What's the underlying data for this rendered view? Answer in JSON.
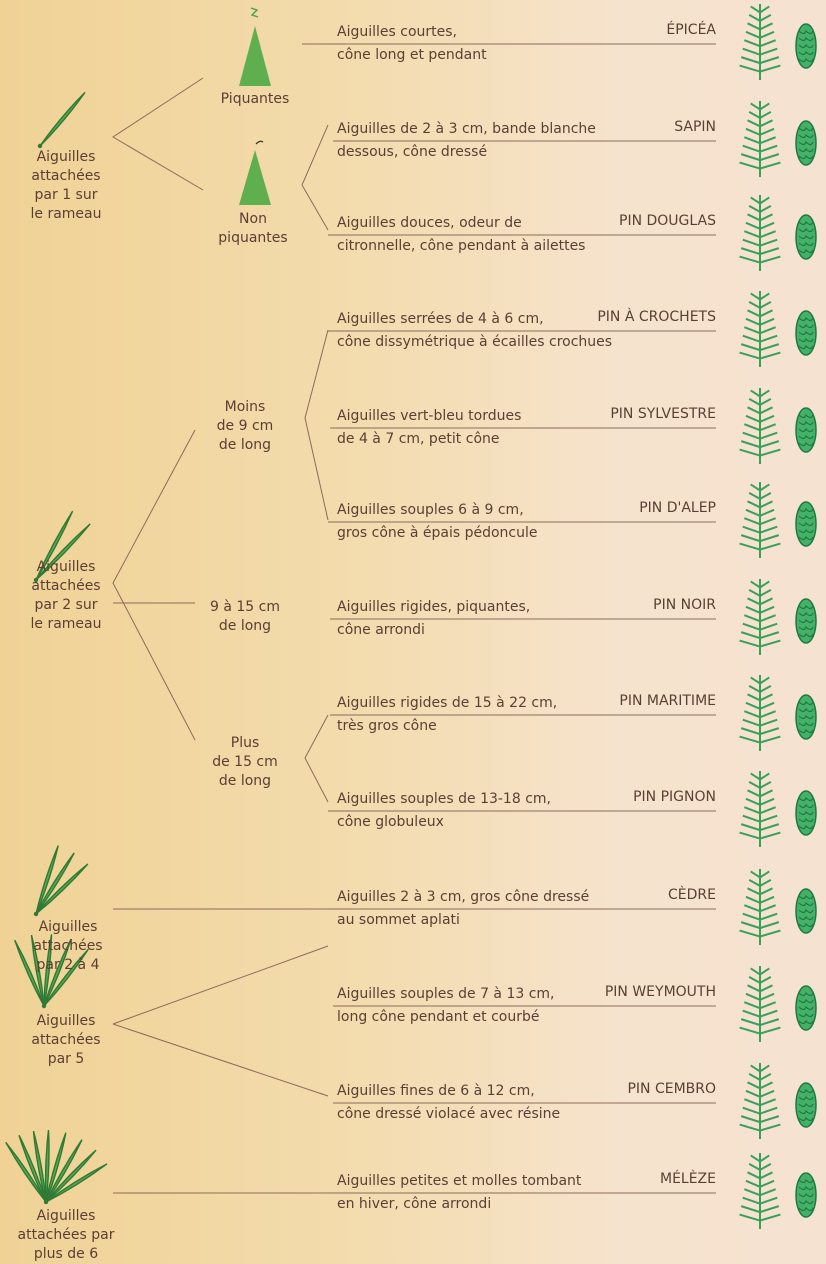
{
  "groups": [
    {
      "id": "g1",
      "label": [
        "Aiguilles",
        "attachées",
        "par 1 sur",
        "le rameau"
      ]
    },
    {
      "id": "g2",
      "label": [
        "Aiguilles",
        "attachées",
        "par 2 sur",
        "le rameau"
      ]
    },
    {
      "id": "g3",
      "label": [
        "Aiguilles",
        "attachées",
        "par 2 à 4"
      ]
    },
    {
      "id": "g4",
      "label": [
        "Aiguilles",
        "attachées",
        "par 5"
      ]
    },
    {
      "id": "g5",
      "label": [
        "Aiguilles",
        "attachées par",
        "plus de 6"
      ]
    }
  ],
  "sub_groups": [
    {
      "id": "piquantes",
      "label": [
        "Piquantes"
      ]
    },
    {
      "id": "non_piquantes",
      "label": [
        "Non",
        "piquantes"
      ]
    },
    {
      "id": "moins_9",
      "label": [
        "Moins",
        "de 9 cm",
        "de long"
      ]
    },
    {
      "id": "9_15",
      "label": [
        "9 à 15 cm",
        "de long"
      ]
    },
    {
      "id": "plus_15",
      "label": [
        "Plus",
        "de 15 cm",
        "de long"
      ]
    }
  ],
  "species": [
    {
      "name": "ÉPICÉA",
      "description": [
        "Aiguilles courtes,",
        "cône long et pendant"
      ]
    },
    {
      "name": "SAPIN",
      "description": [
        "Aiguilles de 2 à 3 cm, bande blanche",
        "dessous, cône dressé"
      ]
    },
    {
      "name": "PIN DOUGLAS",
      "description": [
        "Aiguilles douces, odeur de",
        "citronnelle, cône pendant à ailettes"
      ]
    },
    {
      "name": "PIN À CROCHETS",
      "description": [
        "Aiguilles serrées de 4 à 6 cm,",
        "cône dissymétrique à écailles crochues"
      ]
    },
    {
      "name": "PIN SYLVESTRE",
      "description": [
        "Aiguilles vert-bleu tordues",
        "de 4 à 7 cm, petit cône"
      ]
    },
    {
      "name": "PIN D'ALEP",
      "description": [
        "Aiguilles souples 6 à 9 cm,",
        "gros cône à épais pédoncule"
      ]
    },
    {
      "name": "PIN NOIR",
      "description": [
        "Aiguilles rigides, piquantes,",
        "cône arrondi"
      ]
    },
    {
      "name": "PIN MARITIME",
      "description": [
        "Aiguilles rigides de 15 à 22 cm,",
        "très gros cône"
      ]
    },
    {
      "name": "PIN PIGNON",
      "description": [
        "Aiguilles souples de 13-18 cm,",
        "cône globuleux"
      ]
    },
    {
      "name": "CÈDRE",
      "description": [
        "Aiguilles 2 à 3 cm, gros cône dressé",
        "au sommet aplati"
      ]
    },
    {
      "name": "PIN WEYMOUTH",
      "description": [
        "Aiguilles souples de 7 à 13 cm,",
        "long cône pendant et courbé"
      ]
    },
    {
      "name": "PIN CEMBRO",
      "description": [
        "Aiguilles fines de 6 à 12 cm,",
        "cône dressé violacé avec résine"
      ]
    },
    {
      "name": "MÉLÈZE",
      "description": [
        "Aiguilles petites et molles tombant",
        "en hiver, cône arrondi"
      ]
    }
  ],
  "colors": {
    "needle": "#59a650",
    "line": "#8c6b5c",
    "text": "#5a3f34",
    "cone": "#45b068"
  }
}
